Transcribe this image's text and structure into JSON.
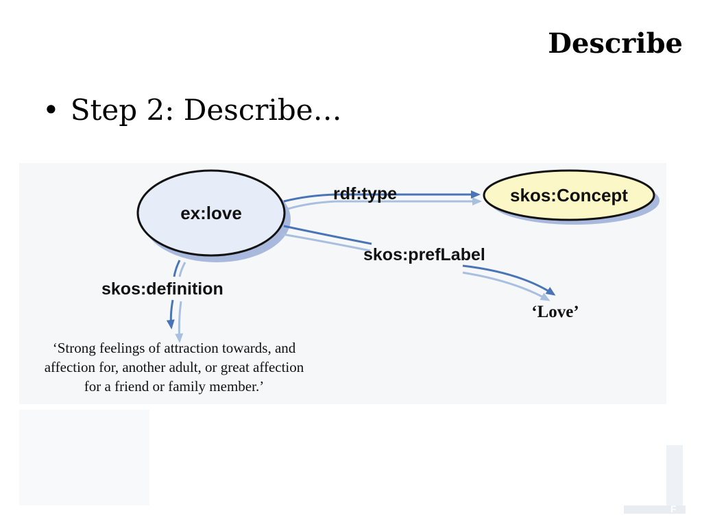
{
  "slide": {
    "title": "Describe",
    "bullet_glyph": "•",
    "bullet_text": "Step 2: Describe…"
  },
  "diagram": {
    "nodes": {
      "subject": {
        "label": "ex:love",
        "fill": "#e6ecf8",
        "shadow": "#a9b8dd"
      },
      "concept": {
        "label": "skos:Concept",
        "fill": "#fbf7c6",
        "shadow": "#a9b8dd"
      }
    },
    "edges": {
      "type": "rdf:type",
      "pref_label": "skos:prefLabel",
      "definition": "skos:definition"
    },
    "literals": {
      "pref_label_value": "‘Love’",
      "definition_lines": [
        "‘Strong feelings of attraction towards, and",
        "affection for, another adult, or great affection",
        "for a friend or family member.’"
      ]
    },
    "colors": {
      "edge_main": "#4a74b8",
      "edge_shadow": "#a9bfe0",
      "stroke": "#111111"
    }
  }
}
